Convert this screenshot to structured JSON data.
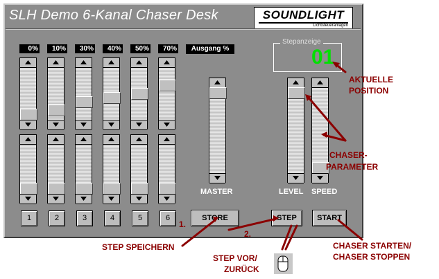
{
  "window": {
    "title": "SLH Demo 6-Kanal Chaser Desk",
    "logo": {
      "brand": "SOUNDLIGHT",
      "subtitle": "Lichtsteueranlagen"
    }
  },
  "channels": [
    {
      "percent": "0%",
      "upper_level": 0.0,
      "button": "1"
    },
    {
      "percent": "10%",
      "upper_level": 0.1,
      "button": "2"
    },
    {
      "percent": "30%",
      "upper_level": 0.3,
      "button": "3"
    },
    {
      "percent": "40%",
      "upper_level": 0.4,
      "button": "4"
    },
    {
      "percent": "50%",
      "upper_level": 0.5,
      "button": "5"
    },
    {
      "percent": "70%",
      "upper_level": 0.7,
      "button": "6"
    }
  ],
  "output_label": "Ausgang %",
  "master": {
    "label": "MASTER",
    "level": 1.0
  },
  "level": {
    "label": "LEVEL",
    "level": 1.0
  },
  "speed": {
    "label": "SPEED",
    "level": 0.0
  },
  "buttons": {
    "store": "STORE",
    "step": "STEP",
    "start": "START"
  },
  "step_display": {
    "caption": "Stepanzeige",
    "value": "01"
  },
  "annotations": {
    "current_position_1": "AKTUELLE",
    "current_position_2": "POSITION",
    "chaser_param_1": "CHASER-",
    "chaser_param_2": "PARAMETER",
    "marker_1": "1.",
    "marker_2": "2.",
    "store_step": "STEP SPEICHERN",
    "step_nav_1": "STEP VOR/",
    "step_nav_2": "ZURÜCK",
    "chaser_start_1": "CHASER STARTEN/",
    "chaser_start_2": "CHASER STOPPEN"
  },
  "colors": {
    "annotation": "#8b0000",
    "step_digits": "#00e000",
    "window": "#8c8c8c"
  }
}
